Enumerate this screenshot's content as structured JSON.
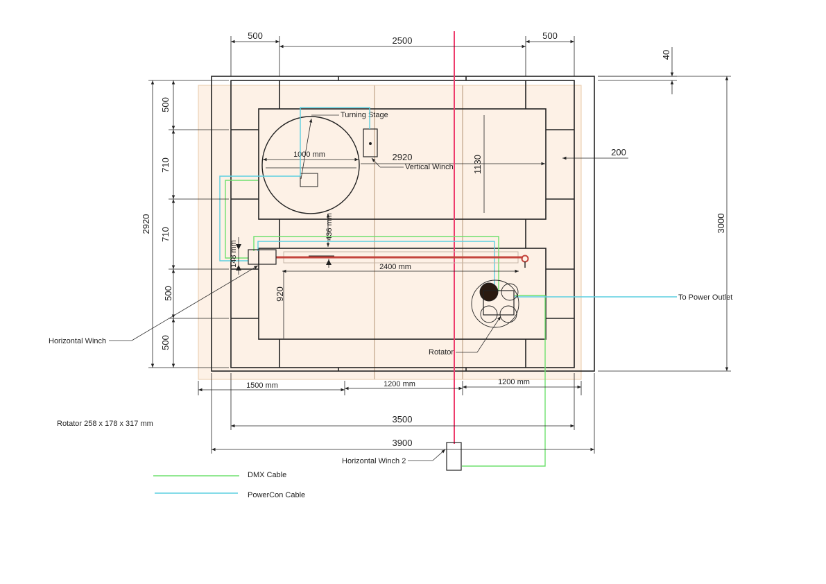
{
  "dimensions": {
    "top_left": "500",
    "top_center": "2500",
    "top_right": "500",
    "top_gap": "40",
    "left_500_a": "500",
    "left_710_a": "710",
    "left_710_b": "710",
    "left_500_b": "500",
    "left_500_c": "500",
    "left_total": "2920",
    "right_total": "3000",
    "right_offset": "200",
    "stage_diameter": "1000 mm",
    "upper_length": "2920",
    "upper_height": "1130",
    "stage_clearance": "436 mm",
    "winch_offset": "148 mm",
    "track_length": "2400 mm",
    "lower_height": "920",
    "bottom_1500": "1500 mm",
    "bottom_1200_a": "1200 mm",
    "bottom_1200_b": "1200 mm",
    "bottom_3500": "3500",
    "bottom_3900": "3900"
  },
  "labels": {
    "turning_stage": "Turning Stage",
    "vertical_winch": "Vertical Winch",
    "to_power_outlet": "To Power Outlet",
    "horizontal_winch": "Horizontal Winch",
    "rotator": "Rotator",
    "horizontal_winch_2": "Horizontal Winch 2",
    "rotator_note": "Rotator 258 x 178 x 317 mm"
  },
  "legend": [
    {
      "label": "DMX Cable",
      "color": "#6ee06e"
    },
    {
      "label": "PowerCon Cable",
      "color": "#5ccfe0"
    }
  ],
  "colors": {
    "floor_fill": "#fdf1e6",
    "floor_stroke": "#e8c9a8",
    "outline": "#222222",
    "red_axis": "#ee3c6c",
    "track": "#c4443c",
    "dmx": "#6ee06e",
    "powercon": "#5ccfe0"
  }
}
